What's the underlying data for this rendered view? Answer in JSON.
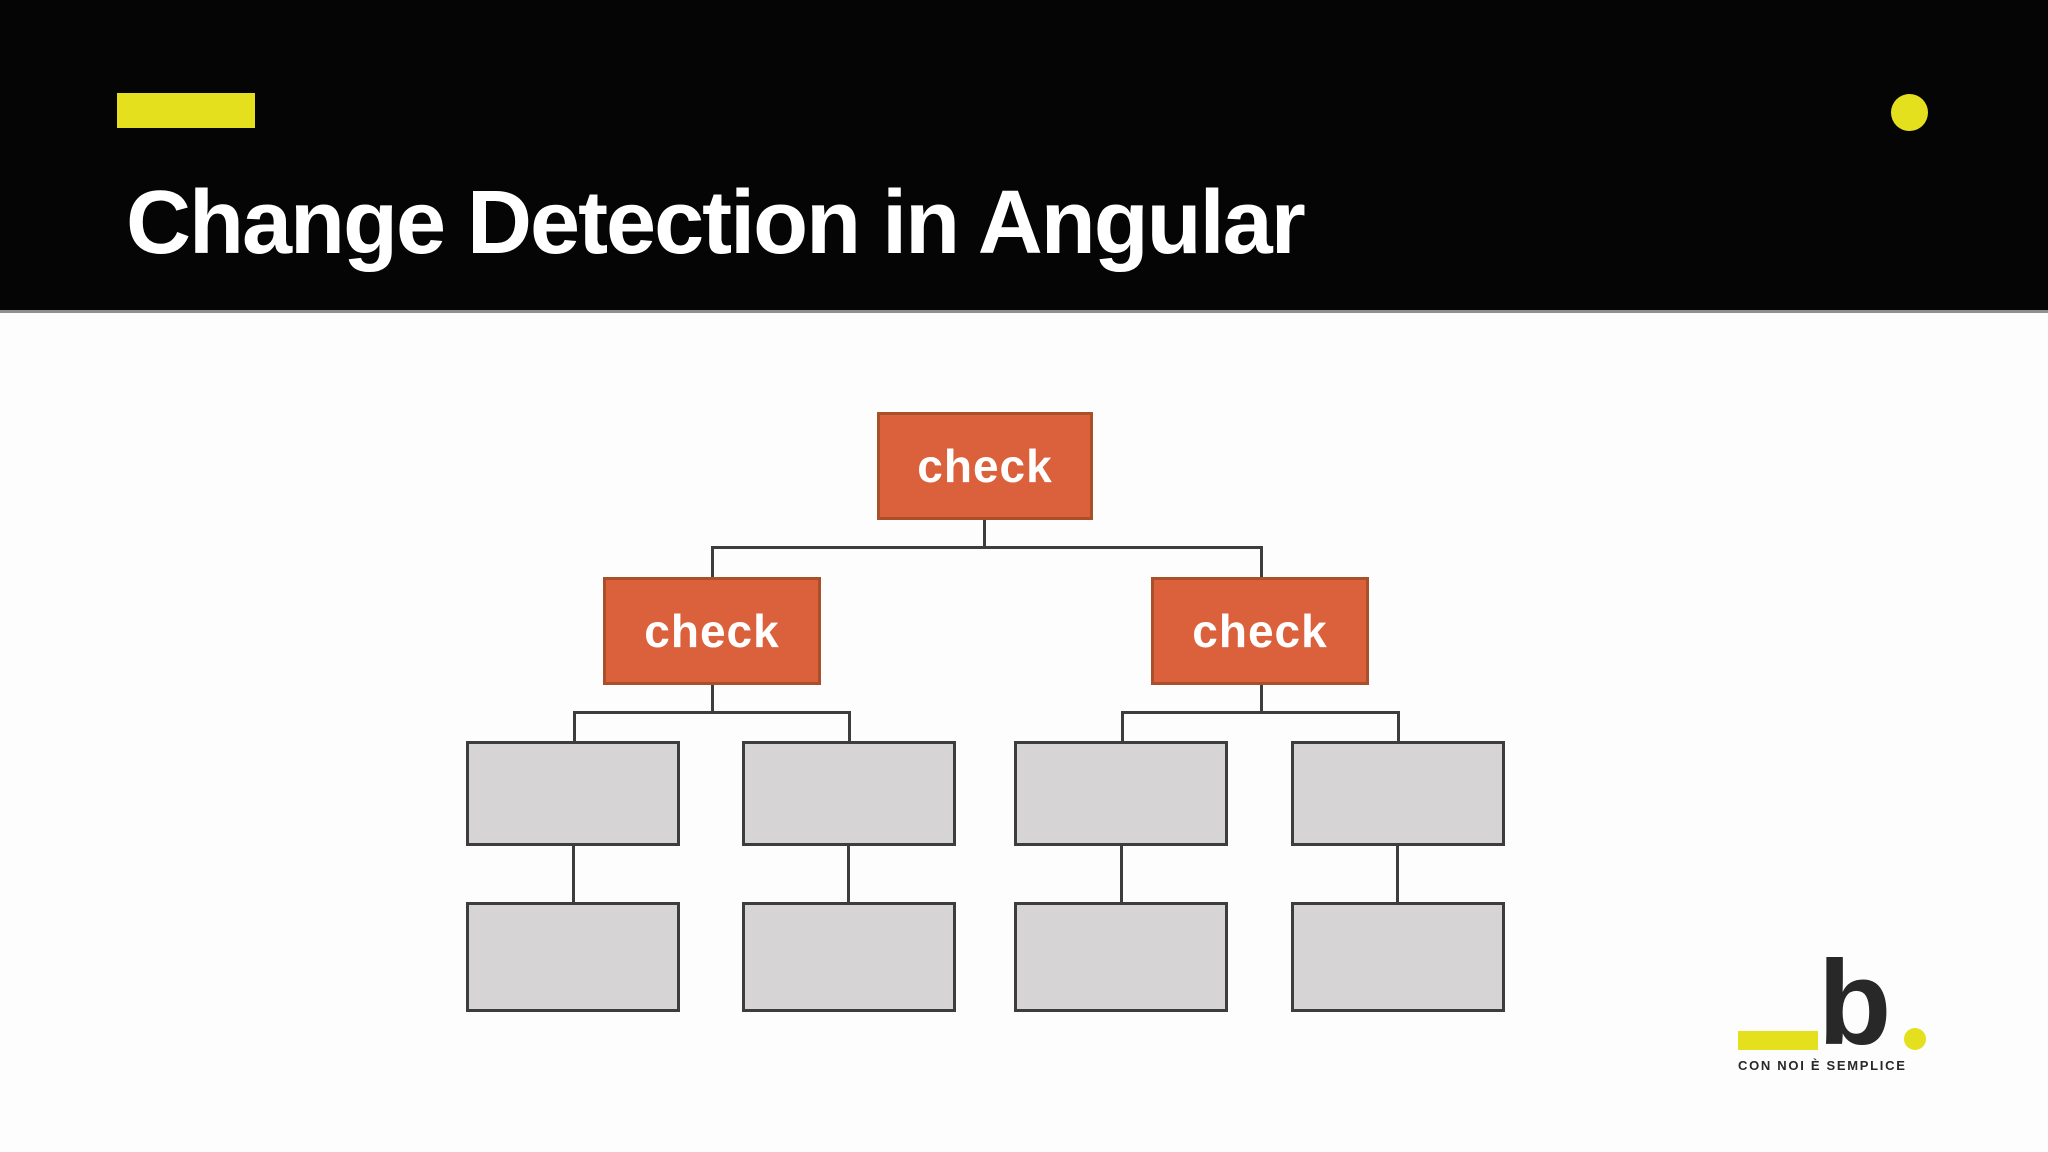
{
  "slide": {
    "title": "Change Detection in Angular"
  },
  "tree": {
    "description": "Component tree: root and its two direct children are marked 'check' (orange); the eight lower components are unlabeled gray boxes.",
    "root_label": "check",
    "left_child_label": "check",
    "right_child_label": "check",
    "unlabeled_leaf_count": 8
  },
  "logo": {
    "letter": "b",
    "tagline": "CON NOI È SEMPLICE"
  },
  "colors": {
    "accent": "#e5e01e",
    "band": "#050505",
    "background": "#fdfdfd",
    "divider": "#909090",
    "node_fill": "#db613c",
    "node_border": "#a94f2a",
    "node_text": "#ffffff",
    "leaf_fill": "#d6d4d4",
    "leaf_border": "#3d3d3d",
    "connector": "#3d3d3d",
    "logo_ink": "#282828"
  }
}
